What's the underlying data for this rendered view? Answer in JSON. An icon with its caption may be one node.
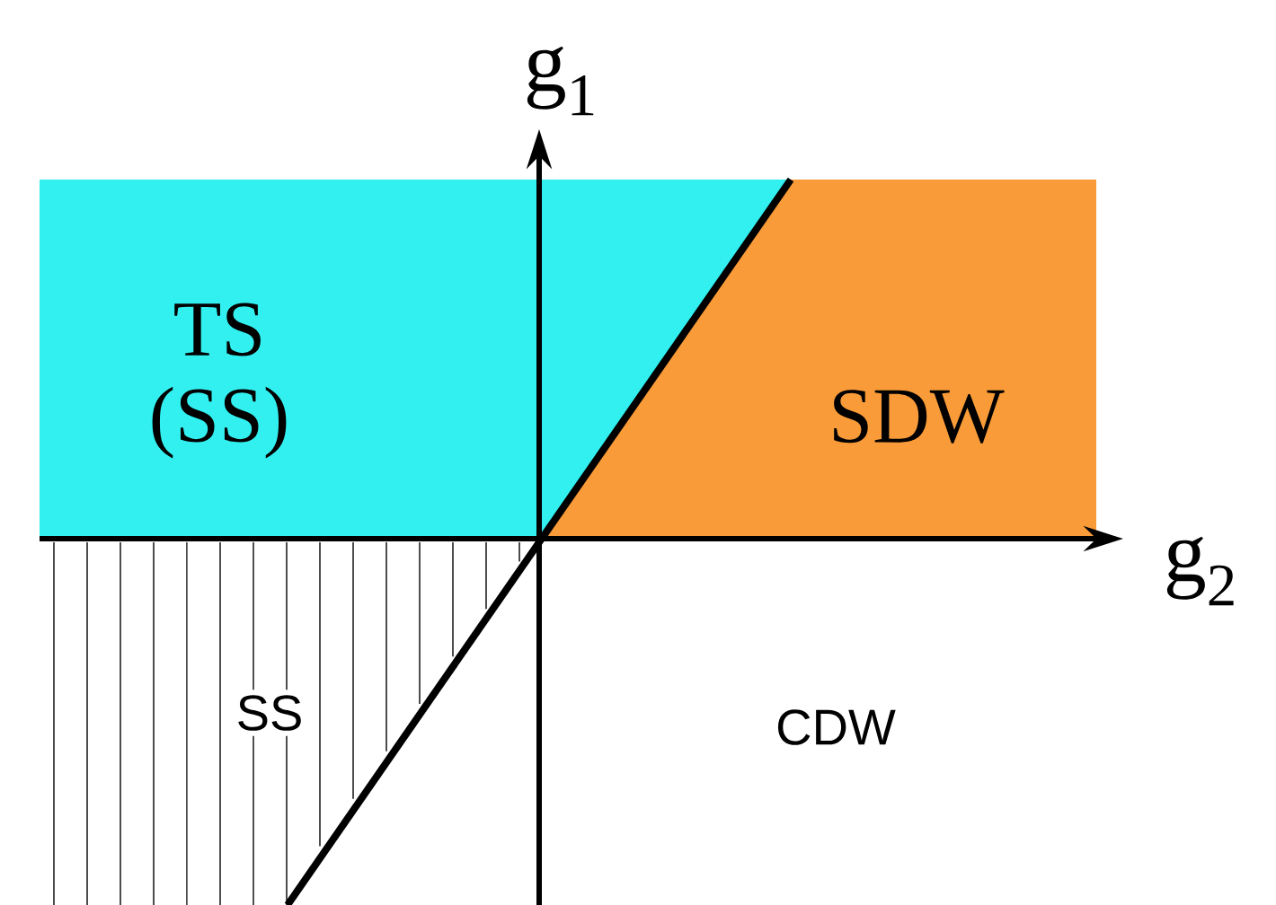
{
  "diagram": {
    "nodes": [
      {
        "text": [
          "TS (SS)"
        ]
      },
      {
        "text": [
          "SDW"
        ]
      },
      {
        "text": [
          "SS"
        ]
      },
      {
        "text": [
          "CDW"
        ]
      }
    ],
    "labels": [
      "g$_{1}$",
      "g$_{2}$"
    ]
  }
}
